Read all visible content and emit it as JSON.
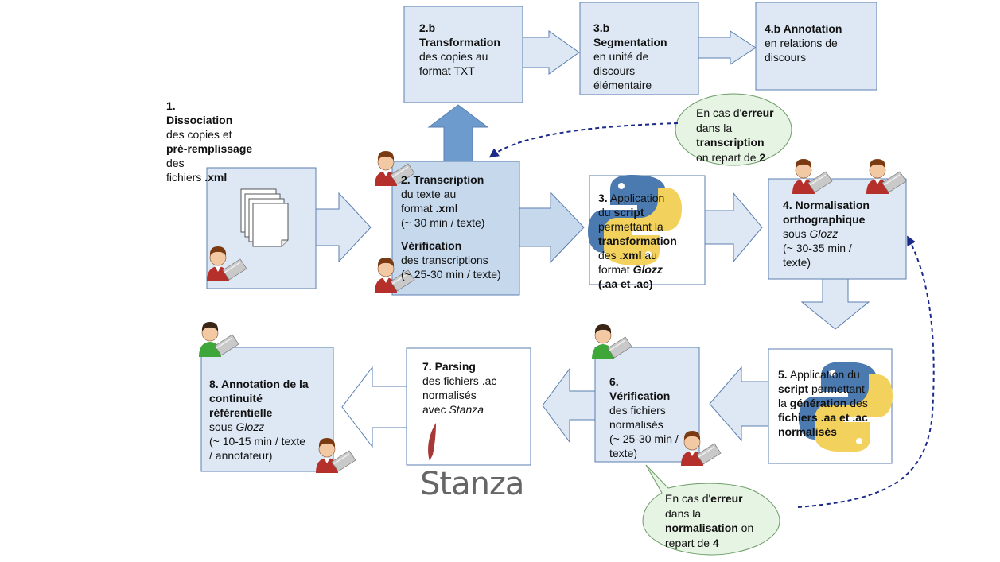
{
  "colors": {
    "box_fill": "#dde8f4",
    "box_fill_dark": "#c6d8ec",
    "box_stroke": "#5b7fb0",
    "white_box": "#ffffff",
    "solid_arrow": "#6e9bcd",
    "dashed_arrow": "#1b2a8a",
    "bubble_fill": "#e6f4e3",
    "python_blue": "#4a7ab0",
    "python_yellow": "#f2d15c",
    "stanza_red": "#a83838"
  },
  "icons": {
    "user_annotator": "person-with-laptop-icon",
    "user_checker": "green-person-with-laptop-icon",
    "files": "stacked-documents-icon",
    "python": "python-logo-icon",
    "stanza": "stanza-logo"
  },
  "step1": {
    "num": "1.",
    "title": "Dissociation",
    "line1": "des copies et",
    "bold2": "pré-remplissage",
    "line3": "des",
    "line4a": "fichiers ",
    "line4b": ".xml"
  },
  "step2": {
    "title_num": "2.",
    "title": "Transcription",
    "line1": "du texte au",
    "line2a": "format ",
    "line2b": ".xml",
    "line3": "(~ 30 min / texte)",
    "verif_title": "Vérification",
    "verif1": "des transcriptions",
    "verif2": "(~ 25-30 min / texte)"
  },
  "step2b": {
    "num": "2.b",
    "title": "Transformation",
    "line1": "des copies au",
    "line2": "format TXT"
  },
  "step3b": {
    "num": "3.b",
    "title": "Segmentation",
    "line1": "en unité de",
    "line2": "discours",
    "line3": "élémentaire"
  },
  "step4b": {
    "title": "4.b Annotation",
    "line1": "en relations de",
    "line2": "discours"
  },
  "step3": {
    "num": "3.",
    "l1": "Application",
    "l2a": "du ",
    "l2b": "script",
    "l3": "permettant la",
    "l4": "transformation",
    "l5a": "des ",
    "l5b": ".xml",
    "l5c": " au",
    "l6a": "format ",
    "l6b": "Glozz",
    "l7": "(.aa et .ac)"
  },
  "step4": {
    "title1": "4. Normalisation",
    "title2": "orthographique",
    "l1a": "sous ",
    "l1b": "Glozz",
    "l2": "(~ 30-35 min /",
    "l3": "texte)"
  },
  "step5": {
    "num": "5.",
    "l1": "Application du",
    "l2a": "script",
    "l2b": " permettant",
    "l3a": "la ",
    "l3b": "génération",
    "l3c": " des",
    "l4": "fichiers .aa et .ac",
    "l5": "normalisés"
  },
  "step6": {
    "num": "6.",
    "title": "Vérification",
    "l1": "des fichiers",
    "l2": "normalisés",
    "l3": "(~ 25-30 min /",
    "l4": "texte)"
  },
  "step7": {
    "title": "7. Parsing",
    "l1": "des fichiers .ac",
    "l2": "normalisés",
    "l3a": "avec ",
    "l3b": "Stanza",
    "logo_text": "Stanza"
  },
  "step8": {
    "title1": "8. Annotation de la",
    "title2": "continuité",
    "title3": "référentielle",
    "l1a": "sous ",
    "l1b": "Glozz",
    "l2": "(~ 10-15 min / texte",
    "l3": "/ annotateur)"
  },
  "bubble_top": {
    "l1a": "En cas d'",
    "l1b": "erreur",
    "l2": "dans la",
    "l3": "transcription",
    "l4a": "on repart de ",
    "l4b": "2"
  },
  "bubble_bottom": {
    "l1a": "En cas d'",
    "l1b": "erreur",
    "l2": "dans la",
    "l3a": "normalisation",
    "l3b": " on",
    "l4a": "repart de ",
    "l4b": "4"
  }
}
